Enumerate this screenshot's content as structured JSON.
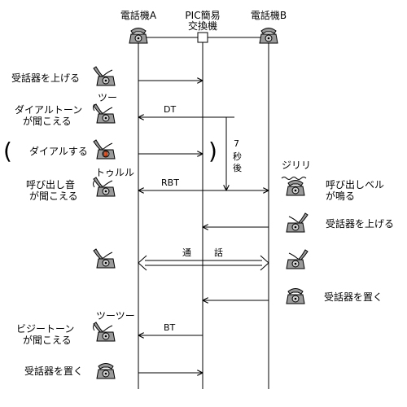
{
  "header": {
    "phone_a": "電話機A",
    "exchange_line1": "PIC簡易",
    "exchange_line2": "交換機",
    "phone_b": "電話機B"
  },
  "steps": {
    "a_offhook": "受話器を上げる",
    "a_hear_dt_1": "ダイアルトーン",
    "a_hear_dt_2": "が聞こえる",
    "a_dial": "ダイアルする",
    "a_hear_rbt_1": "呼び出し音",
    "a_hear_rbt_2": "が聞こえる",
    "b_ring_1": "呼び出しベル",
    "b_ring_2": "が鳴る",
    "b_offhook": "受話器を上げる",
    "b_onhook": "受話器を置く",
    "a_hear_bt_1": "ビジートーン",
    "a_hear_bt_2": "が聞こえる",
    "a_onhook": "受話器を置く"
  },
  "sounds": {
    "dt": "ツー",
    "rbt": "トゥルル",
    "ring": "ジリリ",
    "bt": "ツーツー"
  },
  "signals": {
    "dt": "DT",
    "rbt": "RBT",
    "talk_1": "通",
    "talk_2": "話",
    "bt": "BT"
  },
  "timer": {
    "digit": "7",
    "char1": "秒",
    "char2": "後"
  },
  "brackets": {
    "open": "(",
    "close": ")"
  }
}
